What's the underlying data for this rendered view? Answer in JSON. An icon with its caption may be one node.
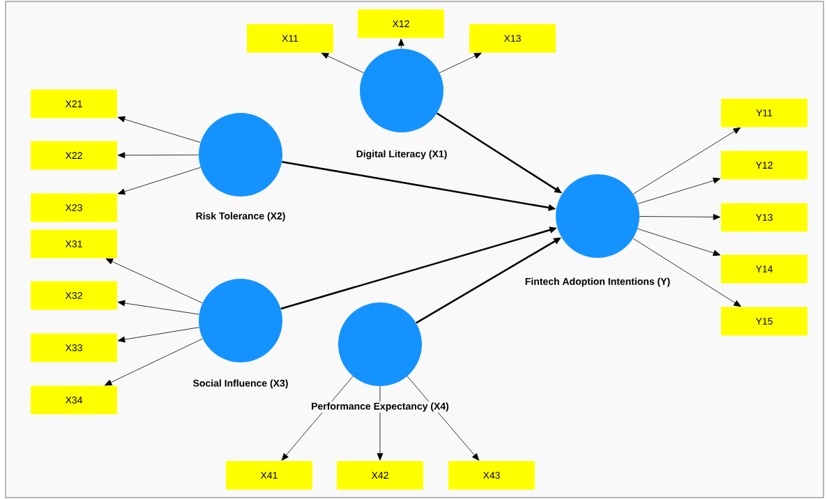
{
  "diagram": {
    "nodes": [
      {
        "text": [
          "X11"
        ]
      },
      {
        "text": [
          "X12"
        ]
      },
      {
        "text": [
          "X13"
        ]
      },
      {
        "text": [
          "Digital Literacy (X1)"
        ]
      },
      {
        "text": [
          "X21"
        ]
      },
      {
        "text": [
          "X22"
        ]
      },
      {
        "text": [
          "X23"
        ]
      },
      {
        "text": [
          "Risk Tolerance (X2)"
        ]
      },
      {
        "text": [
          "X31"
        ]
      },
      {
        "text": [
          "X32"
        ]
      },
      {
        "text": [
          "X33"
        ]
      },
      {
        "text": [
          "X34"
        ]
      },
      {
        "text": [
          "Social Influence (X3)"
        ]
      },
      {
        "text": [
          "Performance Expectancy (X4)"
        ]
      },
      {
        "text": [
          "X41"
        ]
      },
      {
        "text": [
          "X42"
        ]
      },
      {
        "text": [
          "X43"
        ]
      },
      {
        "text": [
          "Fintech Adoption Intentions (Y)"
        ]
      },
      {
        "text": [
          "Y11"
        ]
      },
      {
        "text": [
          "Y12"
        ]
      },
      {
        "text": [
          "Y13"
        ]
      },
      {
        "text": [
          "Y14"
        ]
      },
      {
        "text": [
          "Y15"
        ]
      }
    ],
    "edges": [
      {
        "from": 3,
        "to": 0,
        "arrow": "to"
      },
      {
        "from": 3,
        "to": 1,
        "arrow": "to"
      },
      {
        "from": 3,
        "to": 2,
        "arrow": "to"
      },
      {
        "from": 7,
        "to": 4,
        "arrow": "to"
      },
      {
        "from": 7,
        "to": 5,
        "arrow": "to"
      },
      {
        "from": 7,
        "to": 6,
        "arrow": "to"
      },
      {
        "from": 12,
        "to": 8,
        "arrow": "to"
      },
      {
        "from": 12,
        "to": 9,
        "arrow": "to"
      },
      {
        "from": 12,
        "to": 10,
        "arrow": "to"
      },
      {
        "from": 12,
        "to": 11,
        "arrow": "to"
      },
      {
        "from": 13,
        "to": 14,
        "arrow": "to"
      },
      {
        "from": 13,
        "to": 15,
        "arrow": "to"
      },
      {
        "from": 13,
        "to": 16,
        "arrow": "to"
      },
      {
        "from": 3,
        "to": 17,
        "arrow": "to",
        "style": "thick"
      },
      {
        "from": 7,
        "to": 17,
        "arrow": "to",
        "style": "thick"
      },
      {
        "from": 12,
        "to": 17,
        "arrow": "to",
        "style": "thick"
      },
      {
        "from": 13,
        "to": 17,
        "arrow": "to",
        "style": "thick"
      },
      {
        "from": 17,
        "to": 18,
        "arrow": "to"
      },
      {
        "from": 17,
        "to": 19,
        "arrow": "to"
      },
      {
        "from": 17,
        "to": 20,
        "arrow": "to"
      },
      {
        "from": 17,
        "to": 21,
        "arrow": "to"
      },
      {
        "from": 17,
        "to": 22,
        "arrow": "to"
      }
    ]
  }
}
